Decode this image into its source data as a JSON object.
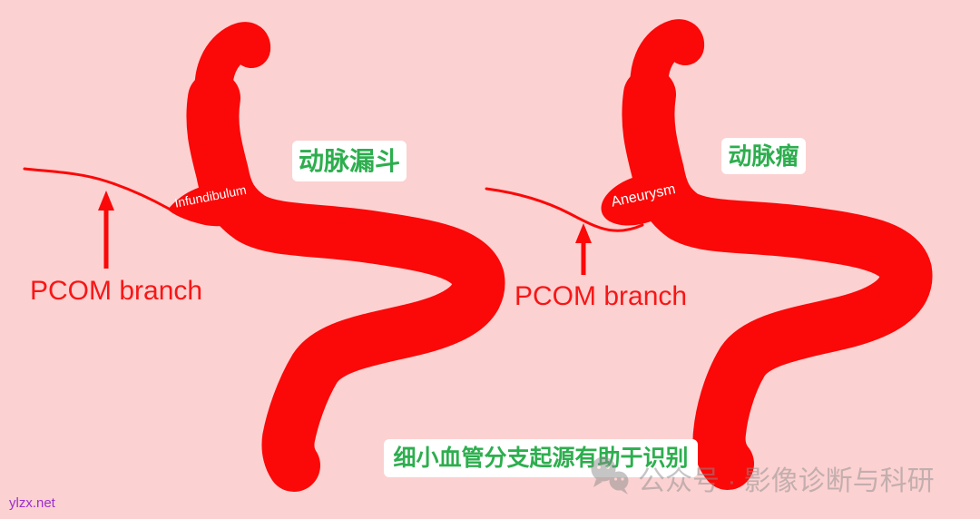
{
  "colors": {
    "background": "#FCD1D1",
    "artery_red": "#FB0808",
    "label_green": "#2DAE4E",
    "label_bg": "#FFFFFF",
    "annotation_red": "#F81616",
    "watermark_gray": "#8C8C8C",
    "site_link_purple": "#9A2FD0"
  },
  "left_figure": {
    "cn_label": "动脉漏斗",
    "vessel_label": "Infundibulum",
    "branch_label": "PCOM branch"
  },
  "right_figure": {
    "cn_label": "动脉瘤",
    "vessel_label": "Aneurysm",
    "branch_label": "PCOM branch"
  },
  "caption": "细小血管分支起源有助于识别",
  "watermark": {
    "text": "公众号 · 影像诊断与科研"
  },
  "site_credit": "ylzx.net"
}
